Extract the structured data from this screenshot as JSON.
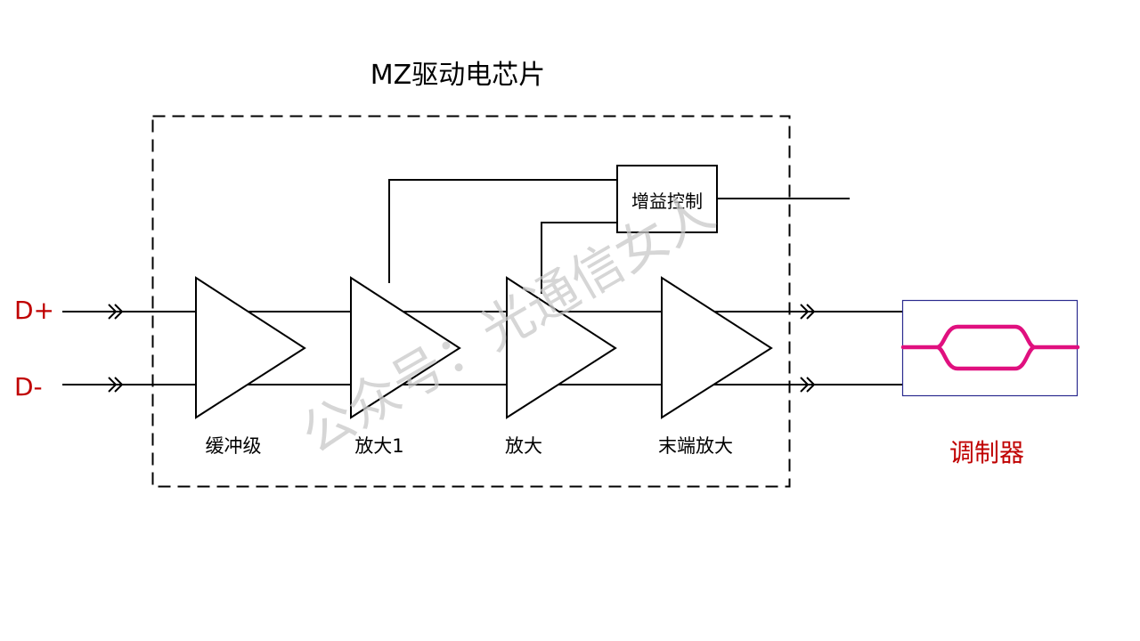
{
  "title": "MZ驱动电芯片",
  "inputs": {
    "positive": "D+",
    "negative": "D-"
  },
  "stages": [
    {
      "label": "缓冲级"
    },
    {
      "label": "放大1"
    },
    {
      "label": "放大"
    },
    {
      "label": "末端放大"
    }
  ],
  "gain_control": {
    "label": "增益控制"
  },
  "modulator": {
    "label": "调制器"
  },
  "watermark": "公众号：光通信女人",
  "colors": {
    "input_label": "#c00000",
    "modulator_label": "#c00000",
    "waveguide": "#e0107f",
    "modulator_border": "#2b2b8f",
    "line": "#000000"
  }
}
